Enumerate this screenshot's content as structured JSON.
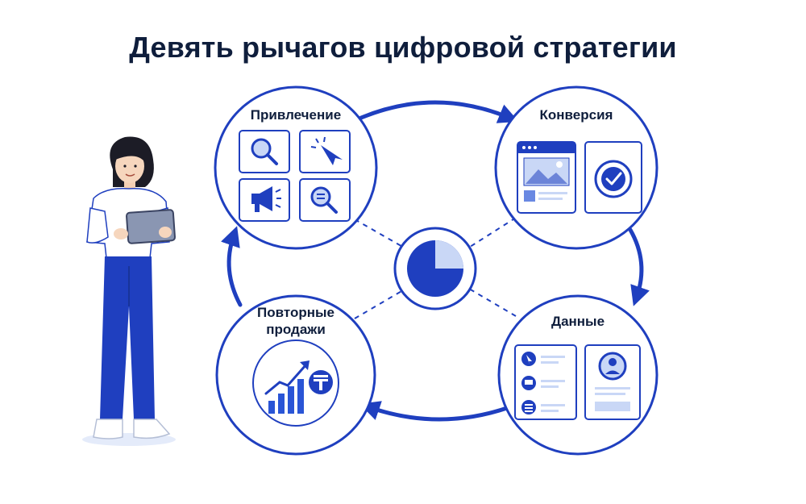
{
  "title": "Девять рычагов цифровой стратегии",
  "nodes": {
    "attraction": {
      "label": "Привлечение"
    },
    "conversion": {
      "label": "Конверсия"
    },
    "data": {
      "label": "Данные"
    },
    "repeat": {
      "label_line1": "Повторные",
      "label_line2": "продажи"
    }
  },
  "center": {
    "icon": "pie-chart-icon"
  },
  "icons": {
    "attraction": [
      "search-icon",
      "cursor-click-icon",
      "megaphone-icon",
      "search-document-icon"
    ],
    "conversion": [
      "landing-page-icon",
      "check-badge-icon"
    ],
    "data": [
      "user-actions-list-icon",
      "customer-profile-icon"
    ],
    "repeat": [
      "growth-chart-icon",
      "tenge-coin-icon"
    ]
  },
  "colors": {
    "primary": "#1f3fbf",
    "accent": "#2a55d6",
    "light": "#c9d7f6",
    "ink": "#0f1e3c"
  }
}
